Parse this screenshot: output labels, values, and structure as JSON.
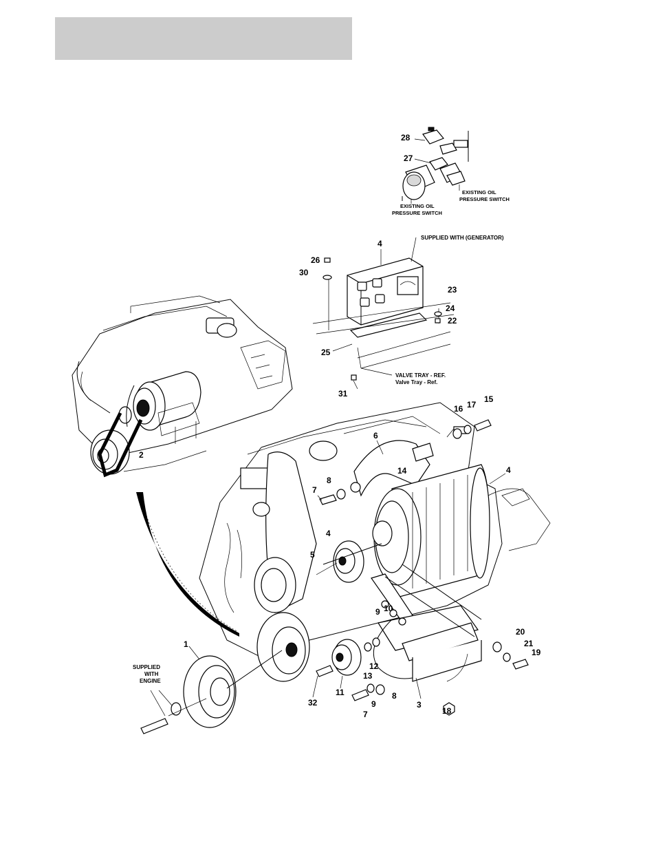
{
  "callouts": {
    "c1": "1",
    "c2": "2",
    "c3": "3",
    "c4a": "4",
    "c4b": "4",
    "c4c": "4",
    "c5": "5",
    "c6": "6",
    "c7a": "7",
    "c7b": "7",
    "c8a": "8",
    "c8b": "8",
    "c9a": "9",
    "c9b": "9",
    "c10": "10",
    "c11": "11",
    "c12": "12",
    "c13": "13",
    "c14": "14",
    "c15": "15",
    "c16": "16",
    "c17": "17",
    "c18": "18",
    "c19": "19",
    "c20": "20",
    "c21": "21",
    "c22": "22",
    "c23": "23",
    "c24": "24",
    "c25": "25",
    "c26": "26",
    "c27": "27",
    "c28": "28",
    "c30": "30",
    "c31": "31",
    "c32": "32"
  },
  "notes": {
    "oil_switch_left_1": "EXISTING OIL",
    "oil_switch_left_2": "PRESSURE SWITCH",
    "oil_switch_right_1": "EXISTING OIL",
    "oil_switch_right_2": "PRESSURE SWITCH",
    "supplied_generator": "SUPPLIED WITH (GENERATOR)",
    "valve_tray_1": "VALVE TRAY - REF.",
    "valve_tray_2": "Valve Tray - Ref.",
    "supplied_engine_1": "SUPPLIED",
    "supplied_engine_2": "WITH",
    "supplied_engine_3": "ENGINE"
  }
}
